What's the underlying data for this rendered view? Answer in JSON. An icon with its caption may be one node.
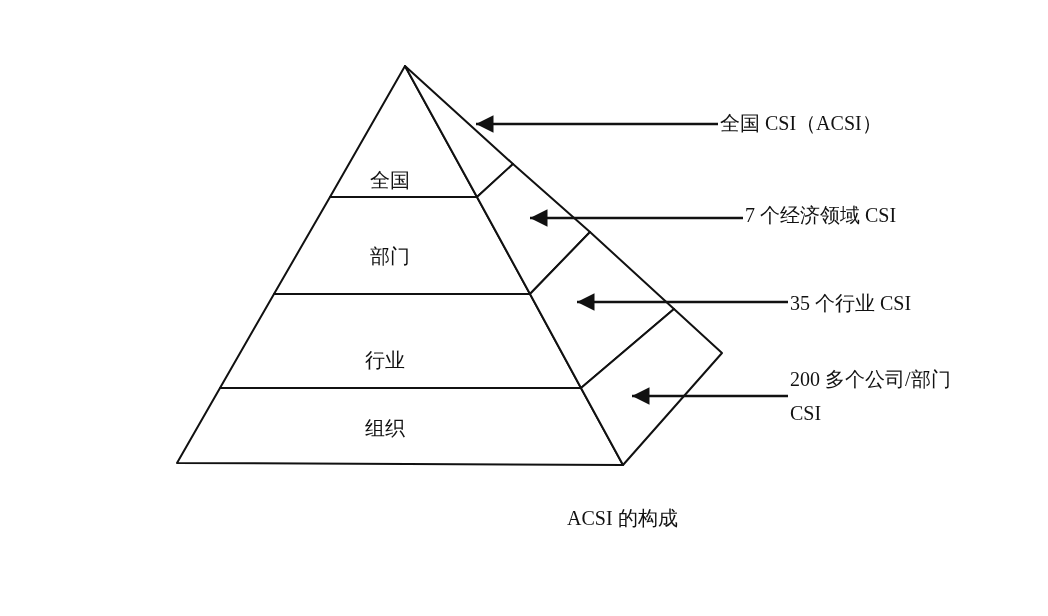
{
  "diagram": {
    "caption": "ACSI 的构成",
    "nodes": [
      {
        "text": [
          "全国"
        ]
      },
      {
        "text": [
          "部门"
        ]
      },
      {
        "text": [
          "行业"
        ]
      },
      {
        "text": [
          "组织"
        ]
      },
      {
        "text": [],
        "shape": "box"
      },
      {
        "text": [],
        "shape": "box"
      },
      {
        "text": [],
        "shape": "box"
      },
      {
        "text": [],
        "shape": "box"
      },
      {
        "text": [
          "全国 CSI（ACSI）"
        ]
      },
      {
        "text": [
          "7 个经济领域 CSI"
        ]
      },
      {
        "text": [
          "35 个行业 CSI"
        ]
      },
      {
        "text": [
          "200 多个公司/部门 CSI"
        ]
      }
    ],
    "edges": [
      {
        "from": 8,
        "to": 4,
        "arrow": "to"
      },
      {
        "from": 9,
        "to": 5,
        "arrow": "to"
      },
      {
        "from": 10,
        "to": 6,
        "arrow": "to"
      },
      {
        "from": 11,
        "to": 7,
        "arrow": "to"
      }
    ]
  }
}
